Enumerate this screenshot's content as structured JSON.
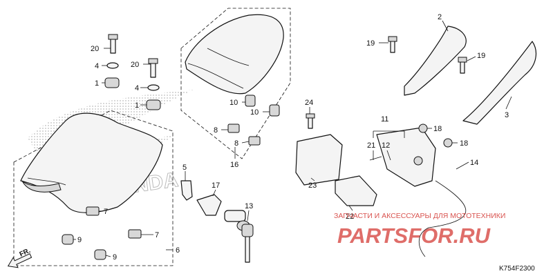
{
  "diagram": {
    "code": "K754F2300",
    "direction_label": "FR.",
    "watermark_brand": "HONDA",
    "watermark_tagline": "ЗАПЧАСТИ И АКСЕССУАРЫ ДЛЯ МОТОТЕХНИКИ",
    "watermark_site": "PARTSFOR.RU",
    "colors": {
      "line": "#111111",
      "watermark_red": "#d9534f",
      "watermark_gray": "#bbbbbb"
    }
  },
  "callouts": [
    {
      "id": "c20a",
      "text": "20"
    },
    {
      "id": "c4a",
      "text": "4"
    },
    {
      "id": "c1a",
      "text": "1"
    },
    {
      "id": "c20b",
      "text": "20"
    },
    {
      "id": "c4b",
      "text": "4"
    },
    {
      "id": "c1b",
      "text": "1"
    },
    {
      "id": "c10a",
      "text": "10"
    },
    {
      "id": "c10b",
      "text": "10"
    },
    {
      "id": "c8a",
      "text": "8"
    },
    {
      "id": "c8b",
      "text": "8"
    },
    {
      "id": "c16",
      "text": "16"
    },
    {
      "id": "c5",
      "text": "5"
    },
    {
      "id": "c17",
      "text": "17"
    },
    {
      "id": "c13",
      "text": "13"
    },
    {
      "id": "c7a",
      "text": "7"
    },
    {
      "id": "c7b",
      "text": "7"
    },
    {
      "id": "c9a",
      "text": "9"
    },
    {
      "id": "c9b",
      "text": "9"
    },
    {
      "id": "c6",
      "text": "6"
    },
    {
      "id": "c24",
      "text": "24"
    },
    {
      "id": "c23",
      "text": "23"
    },
    {
      "id": "c11",
      "text": "11"
    },
    {
      "id": "c21",
      "text": "21"
    },
    {
      "id": "c12",
      "text": "12"
    },
    {
      "id": "c22",
      "text": "22"
    },
    {
      "id": "c14",
      "text": "14"
    },
    {
      "id": "c18a",
      "text": "18"
    },
    {
      "id": "c18b",
      "text": "18"
    },
    {
      "id": "c2",
      "text": "2"
    },
    {
      "id": "c19a",
      "text": "19"
    },
    {
      "id": "c19b",
      "text": "19"
    },
    {
      "id": "c3",
      "text": "3"
    }
  ]
}
